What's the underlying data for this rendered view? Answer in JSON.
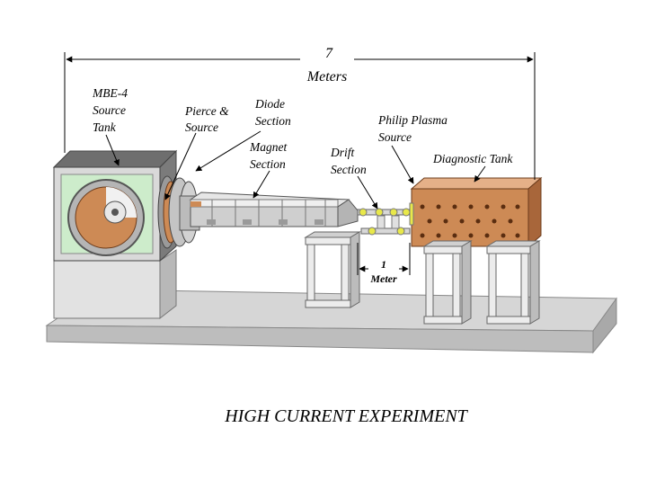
{
  "title": "HIGH CURRENT EXPERIMENT",
  "dimensions": {
    "overall_value": "7",
    "overall_unit": "Meters",
    "drift_value": "1",
    "drift_unit": "Meter"
  },
  "labels": {
    "mbe4_line1": "MBE-4",
    "mbe4_line2": "Source",
    "mbe4_line3": "Tank",
    "pierce_line1": "Pierce &",
    "pierce_line2": "Source",
    "diode_line1": "Diode",
    "diode_line2": "Section",
    "magnet_line1": "Magnet",
    "magnet_line2": "Section",
    "drift_line1": "Drift",
    "drift_line2": "Section",
    "philip_line1": "Philip Plasma",
    "philip_line2": "Source",
    "diagnostic": "Diagnostic Tank"
  },
  "colors": {
    "copper": "#cd8a55",
    "green_panel": "#cdeccb",
    "steel": "#c8c8c8",
    "yellow_fitting": "#e8e84a"
  }
}
